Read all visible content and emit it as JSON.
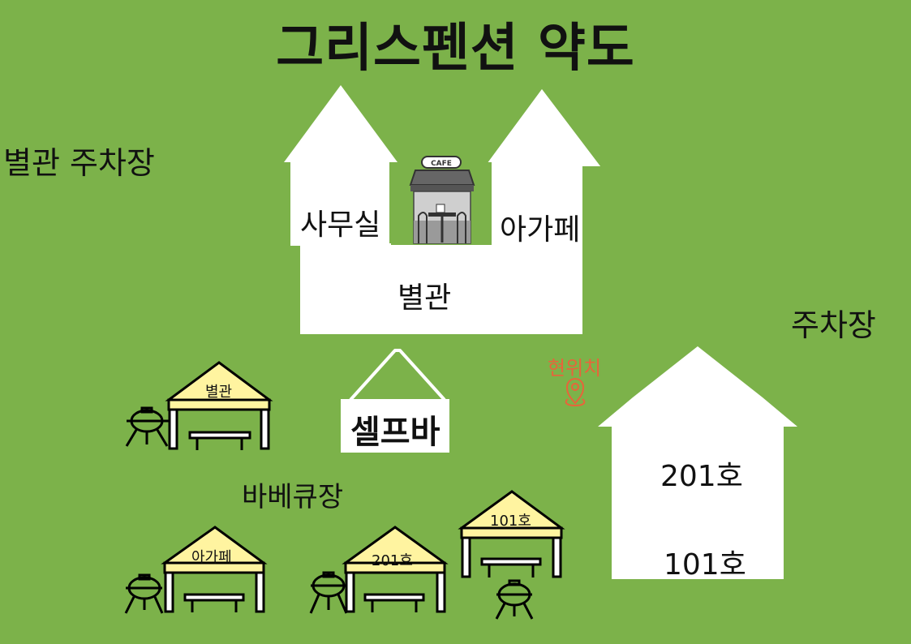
{
  "title": "그리스펜션 약도",
  "colors": {
    "background": "#7cb24a",
    "building": "#ffffff",
    "tent_roof": "#fff4a0",
    "here_marker": "#e8643a",
    "text": "#111111"
  },
  "labels": {
    "annex_parking": "별관 주차장",
    "parking": "주차장",
    "bbq_area": "바베큐장",
    "current_location": "현위치"
  },
  "annex_building": {
    "name": "별관",
    "left_wing": "사무실",
    "right_wing": "아가페",
    "center_icon": "cafe-icon",
    "cafe_sign": "CAFE"
  },
  "self_bar": {
    "name": "셀프바"
  },
  "main_building": {
    "floors": [
      "201호",
      "101호"
    ]
  },
  "bbq_tents": [
    {
      "label": "별관"
    },
    {
      "label": "아가페"
    },
    {
      "label": "201호"
    },
    {
      "label": "101호"
    }
  ]
}
